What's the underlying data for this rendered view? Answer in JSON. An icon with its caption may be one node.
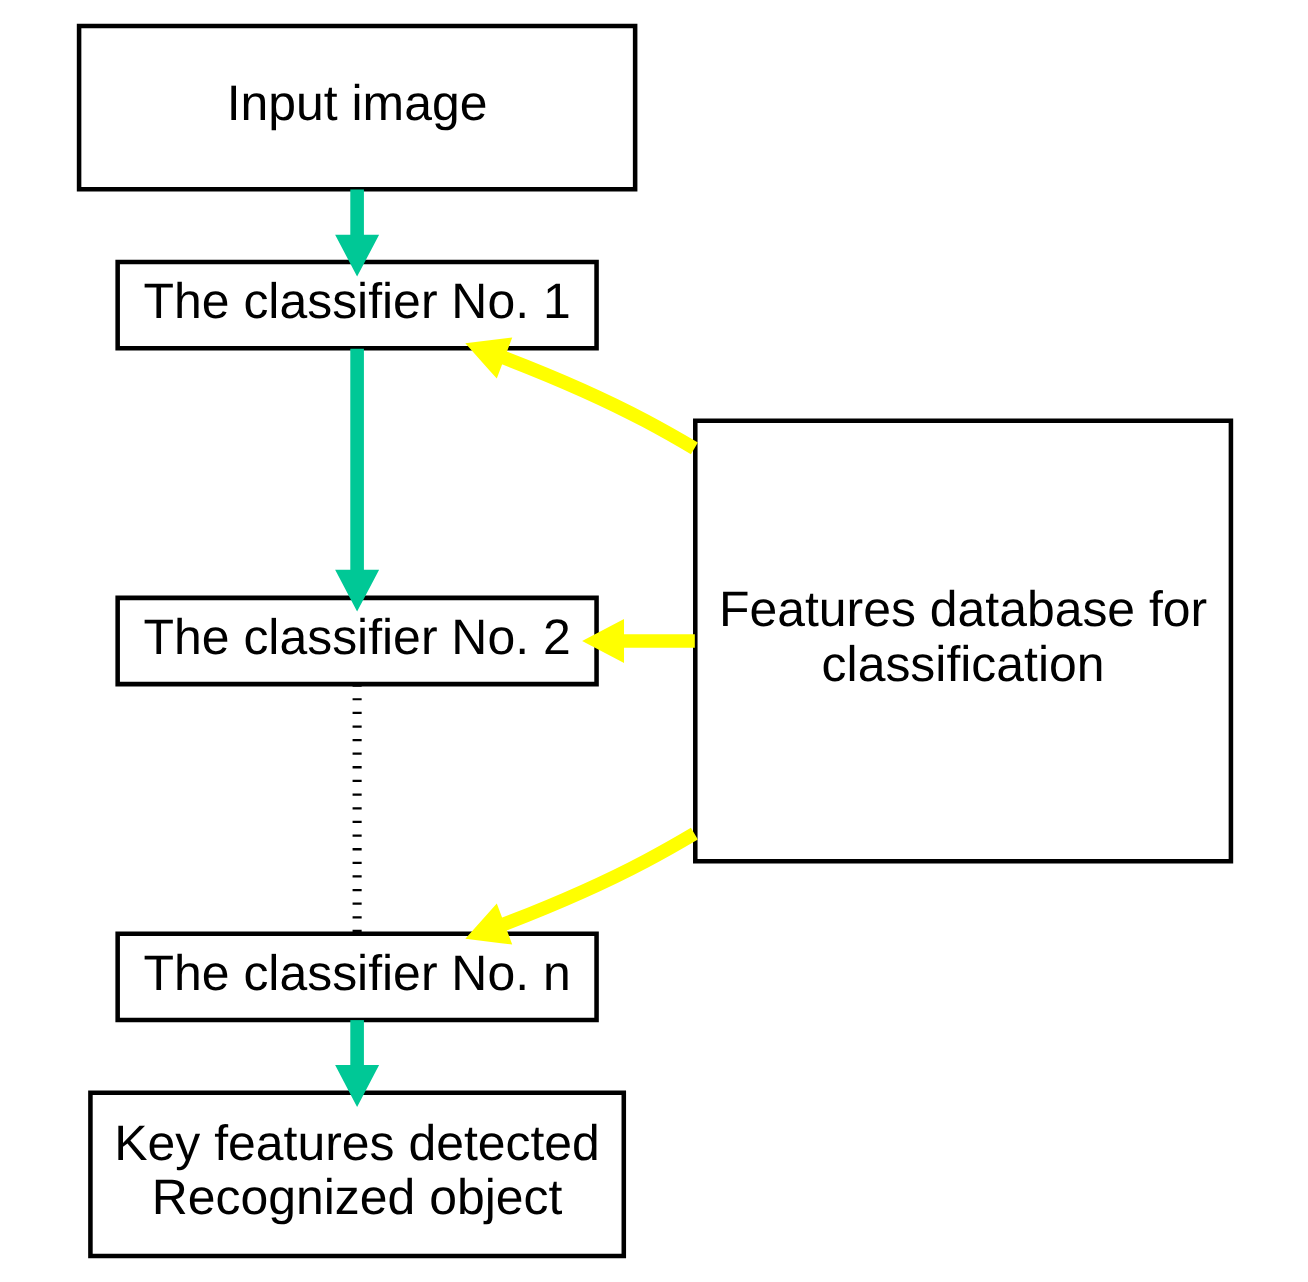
{
  "diagram": {
    "nodes": [
      {
        "text": [
          "Input image"
        ]
      },
      {
        "text": [
          "The classifier No. 1"
        ]
      },
      {
        "text": [
          "The classifier No. 2"
        ]
      },
      {
        "text": [
          "The classifier No. n"
        ]
      },
      {
        "text": [
          "Key features detected",
          "Recognized object"
        ]
      },
      {
        "text": [
          "Features database for classification"
        ]
      }
    ],
    "edges": [
      {
        "from": 0,
        "to": 1,
        "arrow": "to",
        "color": "#00c896"
      },
      {
        "from": 1,
        "to": 2,
        "arrow": "to",
        "color": "#00c896"
      },
      {
        "from": 2,
        "to": 3,
        "arrow": "none",
        "style": "dashed",
        "color": "#000000"
      },
      {
        "from": 3,
        "to": 4,
        "arrow": "to",
        "color": "#00c896"
      },
      {
        "from": 5,
        "to": 1,
        "arrow": "to",
        "color": "#ffff00"
      },
      {
        "from": 5,
        "to": 2,
        "arrow": "to",
        "color": "#ffff00"
      },
      {
        "from": 5,
        "to": 3,
        "arrow": "to",
        "color": "#ffff00"
      }
    ]
  }
}
